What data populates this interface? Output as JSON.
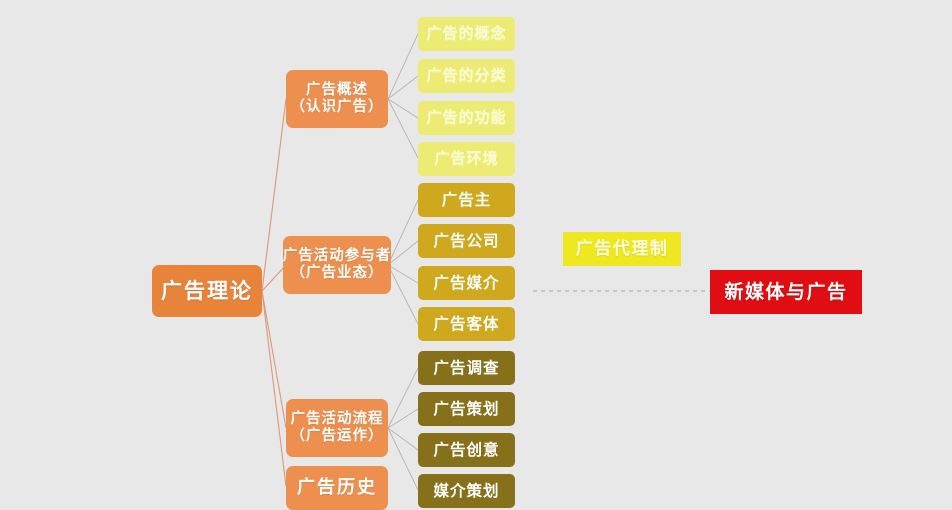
{
  "diagram": {
    "title": "广告理论",
    "background_color": "#e8e8e8",
    "root": {
      "label": "广告理论",
      "color": "#e8833a"
    },
    "branches": [
      {
        "label_line1": "广告概述",
        "label_line2": "（认识广告）",
        "color": "#ed8f4e"
      },
      {
        "label_line1": "广告活动参与者",
        "label_line2": "（广告业态）",
        "color": "#ed8f4e"
      },
      {
        "label_line1": "广告活动流程",
        "label_line2": "（广告运作）",
        "color": "#ed8f4e"
      },
      {
        "label_line1": "广告历史",
        "label_line2": "",
        "color": "#ed8f4e"
      }
    ],
    "leaves_overview": [
      {
        "label": "广告的概念",
        "color": "#ecec74"
      },
      {
        "label": "广告的分类",
        "color": "#ecec74"
      },
      {
        "label": "广告的功能",
        "color": "#ecec74"
      },
      {
        "label": "广告环境",
        "color": "#ecec74"
      }
    ],
    "leaves_participants": [
      {
        "label": "广告主",
        "color": "#cfa81e"
      },
      {
        "label": "广告公司",
        "color": "#cfa81e"
      },
      {
        "label": "广告媒介",
        "color": "#cfa81e"
      },
      {
        "label": "广告客体",
        "color": "#cfa81e"
      }
    ],
    "leaves_process": [
      {
        "label": "广告调查",
        "color": "#86701a"
      },
      {
        "label": "广告策划",
        "color": "#86701a"
      },
      {
        "label": "广告创意",
        "color": "#86701a"
      },
      {
        "label": "媒介策划",
        "color": "#86701a"
      }
    ],
    "standalone": [
      {
        "label": "广告代理制",
        "color": "#efe720"
      },
      {
        "label": "新媒体与广告",
        "color": "#e00d12"
      }
    ],
    "connector_colors": {
      "root_edges": "#d99a7c",
      "branch_edges": "#b9b9b9",
      "dashed_link": "#b5b5b5"
    }
  }
}
